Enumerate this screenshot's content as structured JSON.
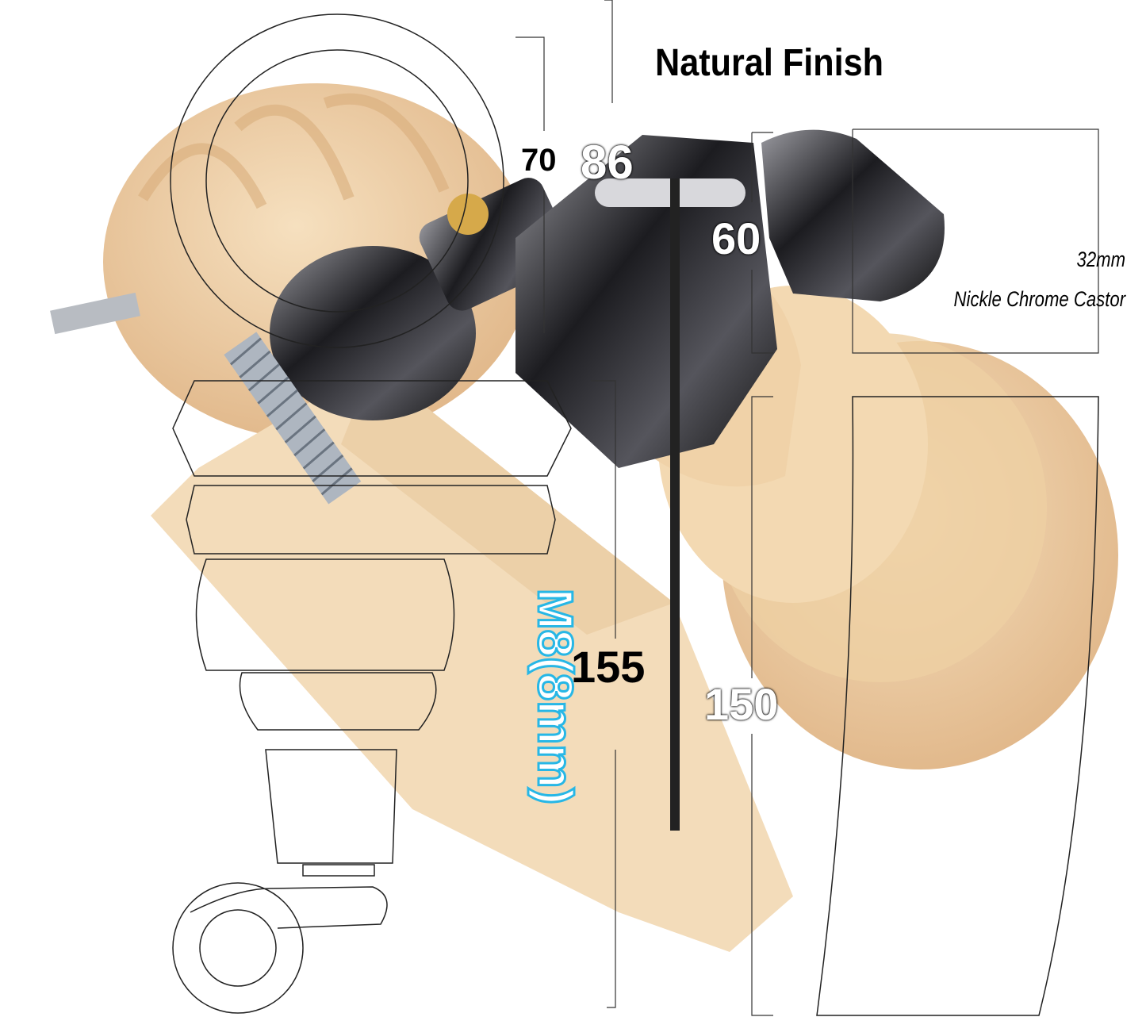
{
  "title": "Natural Finish",
  "dimensions": {
    "d70": "70",
    "d86": "86",
    "d60": "60",
    "d155": "155",
    "d150": "150"
  },
  "thread_label": "M8(8mm)",
  "castor_note": {
    "size": "32mm",
    "description": "Nickle Chrome Castor"
  },
  "colors": {
    "wood": "#f0d2a8",
    "wood_dark": "#e2b98a",
    "chrome": "#2a2a2e",
    "thread_accent": "#27b7e6"
  }
}
